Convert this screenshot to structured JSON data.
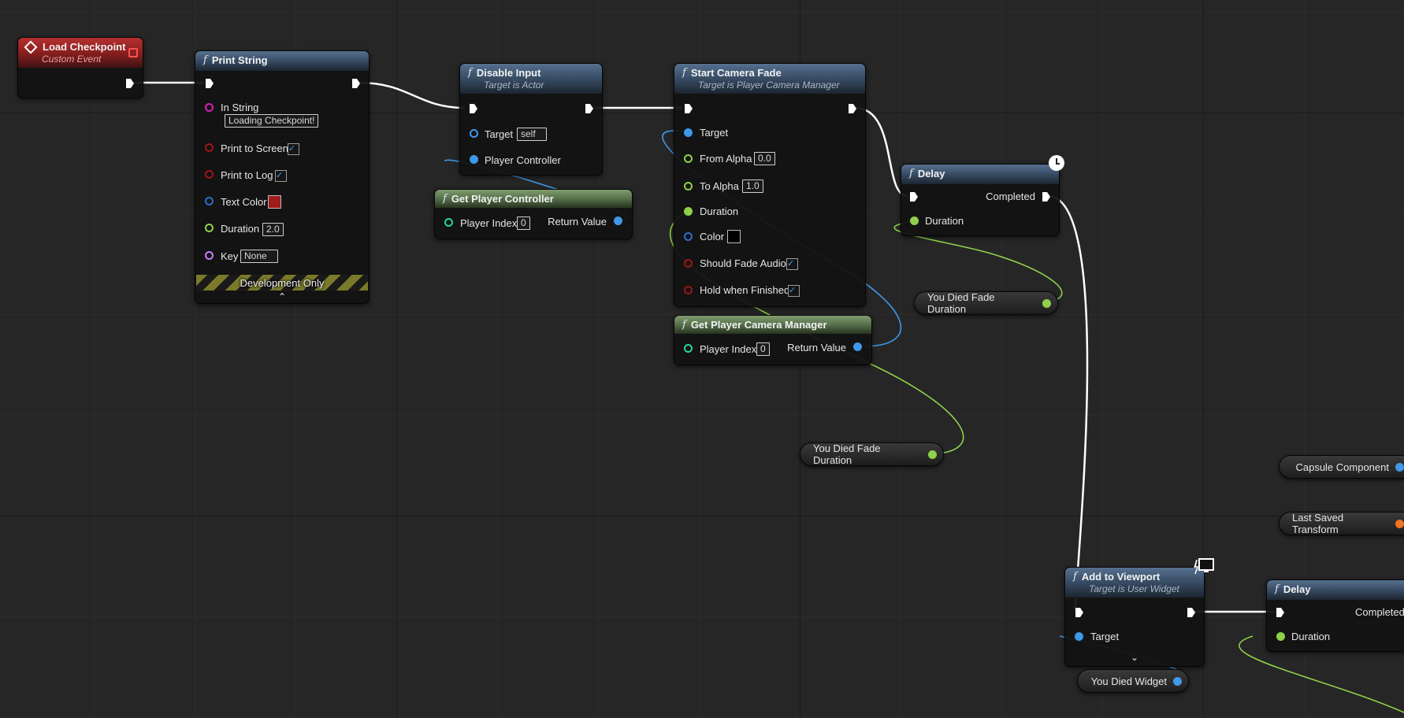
{
  "colors": {
    "exec": "#ffffff",
    "object": "#3f98e8",
    "float": "#8fd04a",
    "string": "#e01ab8",
    "bool": "#a01515",
    "struct": "#2a6fc9",
    "name": "#c77dff",
    "int": "#26d69c",
    "transform": "#f07420",
    "text_color_swatch": "#a01c1c",
    "fade_color_swatch": "#000000"
  },
  "nodes": {
    "load_checkpoint": {
      "title": "Load Checkpoint",
      "subtitle": "Custom Event"
    },
    "print_string": {
      "title": "Print String",
      "in_string_label": "In String",
      "in_string_value": "Loading Checkpoint!",
      "print_to_screen_label": "Print to Screen",
      "print_to_log_label": "Print to Log",
      "text_color_label": "Text Color",
      "duration_label": "Duration",
      "duration_value": "2.0",
      "key_label": "Key",
      "key_value": "None",
      "footer": "Development Only"
    },
    "disable_input": {
      "title": "Disable Input",
      "subtitle": "Target is Actor",
      "target_label": "Target",
      "target_value": "self",
      "player_controller_label": "Player Controller"
    },
    "get_player_controller": {
      "title": "Get Player Controller",
      "player_index_label": "Player Index",
      "player_index_value": "0",
      "return_label": "Return Value"
    },
    "start_camera_fade": {
      "title": "Start Camera Fade",
      "subtitle": "Target is Player Camera Manager",
      "target_label": "Target",
      "from_alpha_label": "From Alpha",
      "from_alpha_value": "0.0",
      "to_alpha_label": "To Alpha",
      "to_alpha_value": "1.0",
      "duration_label": "Duration",
      "color_label": "Color",
      "should_fade_audio_label": "Should Fade Audio",
      "hold_label": "Hold when Finished"
    },
    "get_player_camera_manager": {
      "title": "Get Player Camera Manager",
      "player_index_label": "Player Index",
      "player_index_value": "0",
      "return_label": "Return Value"
    },
    "delay_1": {
      "title": "Delay",
      "completed_label": "Completed",
      "duration_label": "Duration"
    },
    "add_to_viewport": {
      "title": "Add to Viewport",
      "subtitle": "Target is User Widget",
      "target_label": "Target"
    },
    "delay_2": {
      "title": "Delay",
      "completed_label": "Completed",
      "duration_label": "Duration"
    }
  },
  "variables": {
    "you_died_fade_duration_1": "You Died Fade Duration",
    "you_died_fade_duration_2": "You Died Fade Duration",
    "capsule_component": "Capsule Component",
    "last_saved_transform": "Last Saved Transform",
    "you_died_widget": "You Died Widget"
  },
  "icons": {
    "function": "function-f-icon",
    "event": "event-diamond-icon",
    "latent": "clock-icon",
    "viewport": "monitor-icon"
  }
}
